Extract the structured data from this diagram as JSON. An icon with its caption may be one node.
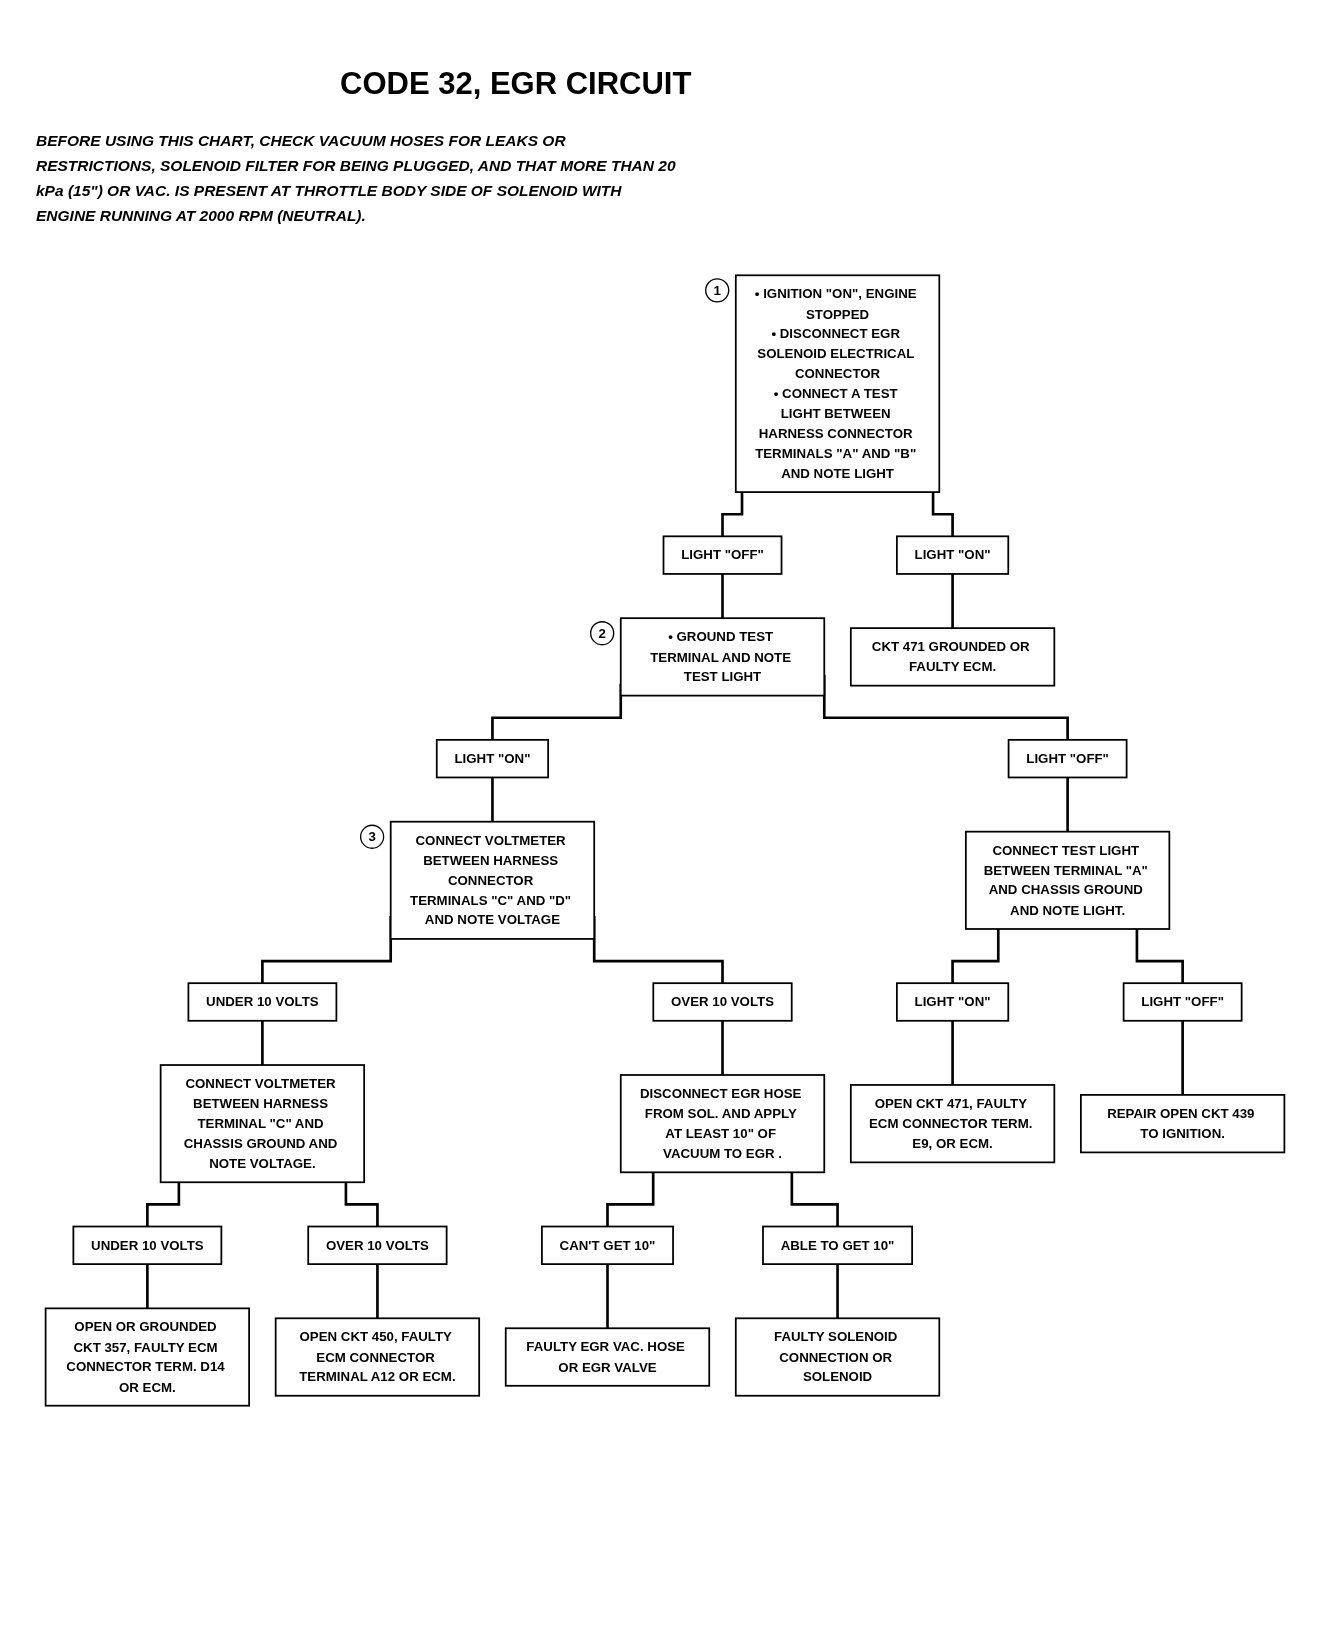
{
  "diagram": {
    "title": "CODE 32, EGR CIRCUIT",
    "nodes": [
      {
        "text": [
          "• IGNITION \"ON\", ENGINE STOPPED",
          "• DISCONNECT EGR SOLENOID ELECTRICAL CONNECTOR",
          "• CONNECT A TEST LIGHT BETWEEN HARNESS CONNECTOR TERMINALS \"A\" AND \"B\" AND NOTE LIGHT"
        ],
        "beside": [
          "1"
        ]
      },
      {
        "text": [
          "LIGHT \"OFF\""
        ]
      },
      {
        "text": [
          "LIGHT \"ON\""
        ]
      },
      {
        "text": [
          "• GROUND TEST TERMINAL AND NOTE TEST LIGHT"
        ],
        "beside": [
          "2"
        ]
      },
      {
        "text": [
          "CKT 471 GROUNDED OR FAULTY ECM."
        ]
      },
      {
        "text": [
          "LIGHT \"ON\""
        ]
      },
      {
        "text": [
          "LIGHT \"OFF\""
        ]
      },
      {
        "text": [
          "CONNECT VOLTMETER BETWEEN HARNESS CONNECTOR TERMINALS \"C\" AND \"D\" AND NOTE VOLTAGE"
        ],
        "beside": [
          "3"
        ]
      },
      {
        "text": [
          "CONNECT TEST LIGHT BETWEEN TERMINAL \"A\" AND CHASSIS GROUND AND NOTE LIGHT."
        ]
      },
      {
        "text": [
          "UNDER 10 VOLTS"
        ]
      },
      {
        "text": [
          "OVER 10 VOLTS"
        ]
      },
      {
        "text": [
          "LIGHT \"ON\""
        ]
      },
      {
        "text": [
          "LIGHT \"OFF\""
        ]
      },
      {
        "text": [
          "CONNECT VOLTMETER BETWEEN HARNESS TERMINAL \"C\" AND CHASSIS GROUND AND NOTE VOLTAGE."
        ]
      },
      {
        "text": [
          "OPEN CKT 471, FAULTY ECM CONNECTOR TERM. E9, OR ECM."
        ]
      },
      {
        "text": [
          "REPAIR OPEN CKT 439 TO IGNITION."
        ]
      },
      {
        "text": [
          "UNDER 10 VOLTS"
        ]
      },
      {
        "text": [
          "OVER 10 VOLTS"
        ]
      },
      {
        "text": [
          "DISCONNECT EGR HOSE FROM SOL. AND APPLY AT LEAST 10\" OF VACUUM TO EGR ."
        ]
      },
      {
        "text": [
          "OPEN OR GROUNDED CKT 357, FAULTY ECM CONNECTOR TERM. D14 OR ECM."
        ]
      },
      {
        "text": [
          "OPEN CKT 450, FAULTY ECM CONNECTOR TERMINAL A12 OR ECM."
        ]
      },
      {
        "text": [
          "CAN'T GET 10\""
        ]
      },
      {
        "text": [
          "ABLE TO GET 10\""
        ]
      },
      {
        "text": [
          "FAULTY EGR VAC. HOSE OR EGR VALVE"
        ]
      },
      {
        "text": [
          "FAULTY SOLENOID CONNECTION OR SOLENOID"
        ]
      }
    ],
    "edges": [
      {
        "from": 0,
        "to": 1,
        "arrow": "none"
      },
      {
        "from": 0,
        "to": 2,
        "arrow": "none"
      },
      {
        "from": 1,
        "to": 3,
        "arrow": "none"
      },
      {
        "from": 2,
        "to": 4,
        "arrow": "none"
      },
      {
        "from": 3,
        "to": 5,
        "arrow": "none"
      },
      {
        "from": 3,
        "to": 6,
        "arrow": "none"
      },
      {
        "from": 5,
        "to": 7,
        "arrow": "none"
      },
      {
        "from": 6,
        "to": 8,
        "arrow": "none"
      },
      {
        "from": 7,
        "to": 9,
        "arrow": "none"
      },
      {
        "from": 7,
        "to": 10,
        "arrow": "none"
      },
      {
        "from": 8,
        "to": 11,
        "arrow": "none"
      },
      {
        "from": 8,
        "to": 12,
        "arrow": "none"
      },
      {
        "from": 9,
        "to": 13,
        "arrow": "none"
      },
      {
        "from": 11,
        "to": 14,
        "arrow": "none"
      },
      {
        "from": 12,
        "to": 15,
        "arrow": "none"
      },
      {
        "from": 13,
        "to": 16,
        "arrow": "none"
      },
      {
        "from": 13,
        "to": 17,
        "arrow": "none"
      },
      {
        "from": 10,
        "to": 18,
        "arrow": "none"
      },
      {
        "from": 16,
        "to": 19,
        "arrow": "none"
      },
      {
        "from": 17,
        "to": 20,
        "arrow": "none"
      },
      {
        "from": 18,
        "to": 21,
        "arrow": "none"
      },
      {
        "from": 18,
        "to": 22,
        "arrow": "none"
      },
      {
        "from": 21,
        "to": 23,
        "arrow": "none"
      },
      {
        "from": 22,
        "to": 24,
        "arrow": "none"
      }
    ],
    "labels": [
      "BEFORE USING THIS CHART, CHECK VACUUM HOSES FOR LEAKS OR RESTRICTIONS, SOLENOID FILTER FOR BEING PLUGGED, AND THAT MORE THAN 20 kPa (15\") OR VAC. IS PRESENT AT THROTTLE BODY SIDE OF SOLENOID WITH ENGINE RUNNING AT 2000 RPM (NEUTRAL)."
    ]
  }
}
